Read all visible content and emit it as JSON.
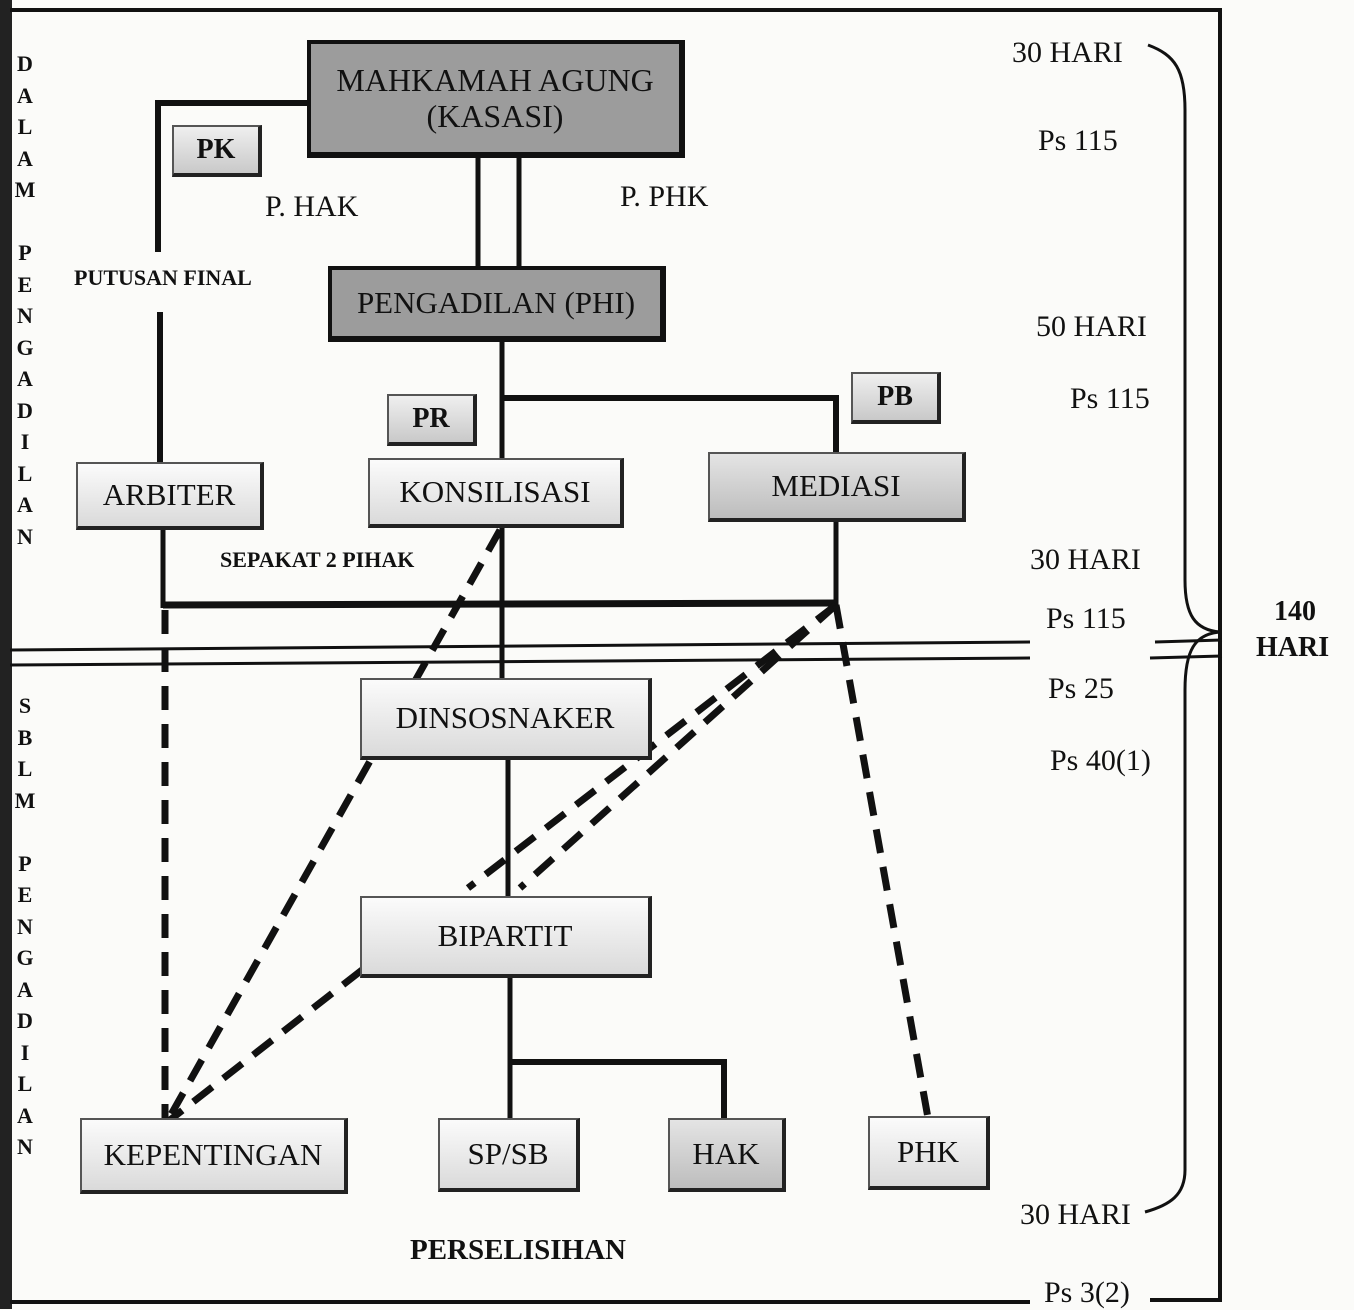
{
  "boxes": {
    "mahkamah_agung_line1": "MAHKAMAH AGUNG",
    "mahkamah_agung_line2": "(KASASI)",
    "pengadilan": "PENGADILAN (PHI)",
    "arbiter": "ARBITER",
    "konsilisasi": "KONSILISASI",
    "mediasi": "MEDIASI",
    "dinsosnaker": "DINSOSNAKER",
    "bipartit": "BIPARTIT",
    "kepentingan": "KEPENTINGAN",
    "spsb": "SP/SB",
    "hak": "HAK",
    "phk": "PHK",
    "pk": "PK",
    "pr": "PR",
    "pb": "PB"
  },
  "labels": {
    "p_hak": "P. HAK",
    "p_phk": "P. PHK",
    "putusan_final": "PUTUSAN FINAL",
    "sepakat": "SEPAKAT 2 PIHAK",
    "perselisihan": "PERSELISIHAN"
  },
  "side_text": {
    "top": [
      "D",
      "A",
      "L",
      "A",
      "M",
      "",
      "P",
      "E",
      "N",
      "G",
      "A",
      "D",
      "I",
      "L",
      "A",
      "N"
    ],
    "bottom": [
      "S",
      "B",
      "L",
      "M",
      "",
      "P",
      "E",
      "N",
      "G",
      "A",
      "D",
      "I",
      "L",
      "A",
      "N"
    ]
  },
  "time_notes": {
    "t1_days": "30 HARI",
    "t1_article": "Ps 115",
    "t2_days": "50 HARI",
    "t2_article": "Ps 115",
    "t3_days": "30 HARI",
    "t3_article": "Ps 115",
    "t4_article_a": "Ps 25",
    "t4_article_b": "Ps 40(1)",
    "t4_days": "30 HARI",
    "t4_article_c": "Ps 3(2)",
    "total_num": "140",
    "total_unit": "HARI"
  }
}
